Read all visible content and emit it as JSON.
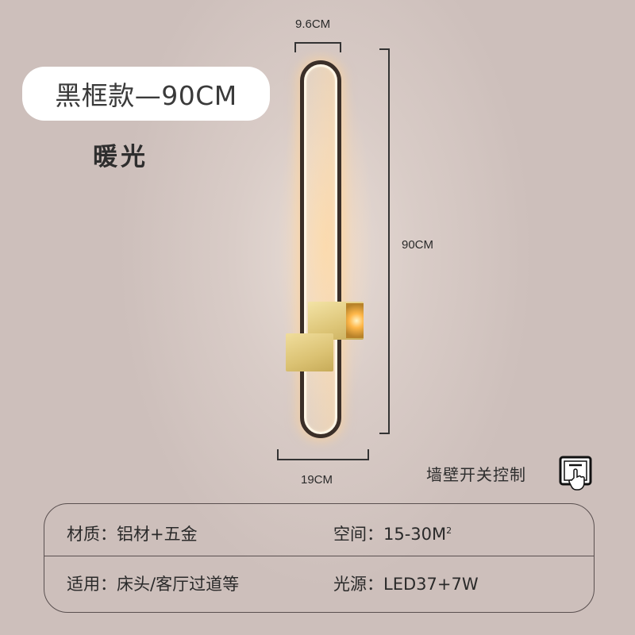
{
  "product": {
    "title": "黑框款—90CM",
    "subtitle": "暖光"
  },
  "dimensions": {
    "top_width": "9.6CM",
    "height": "90CM",
    "bottom_width": "19CM"
  },
  "switch": {
    "label": "墙壁开关控制",
    "icon": "wall-switch-hand-icon"
  },
  "specs": {
    "material_label": "材质：",
    "material_value": "铝材+五金",
    "space_label": "空间：",
    "space_value": "15-30M",
    "space_unit_sup": "2",
    "usage_label": "适用：",
    "usage_value": "床头/客厅过道等",
    "light_label": "光源：",
    "light_value": "LED37+7W"
  },
  "colors": {
    "background": "#cdbfbb",
    "frame": "#3b2f28",
    "gold": "#ddc577",
    "warm_glow": "#ffd6a0"
  }
}
